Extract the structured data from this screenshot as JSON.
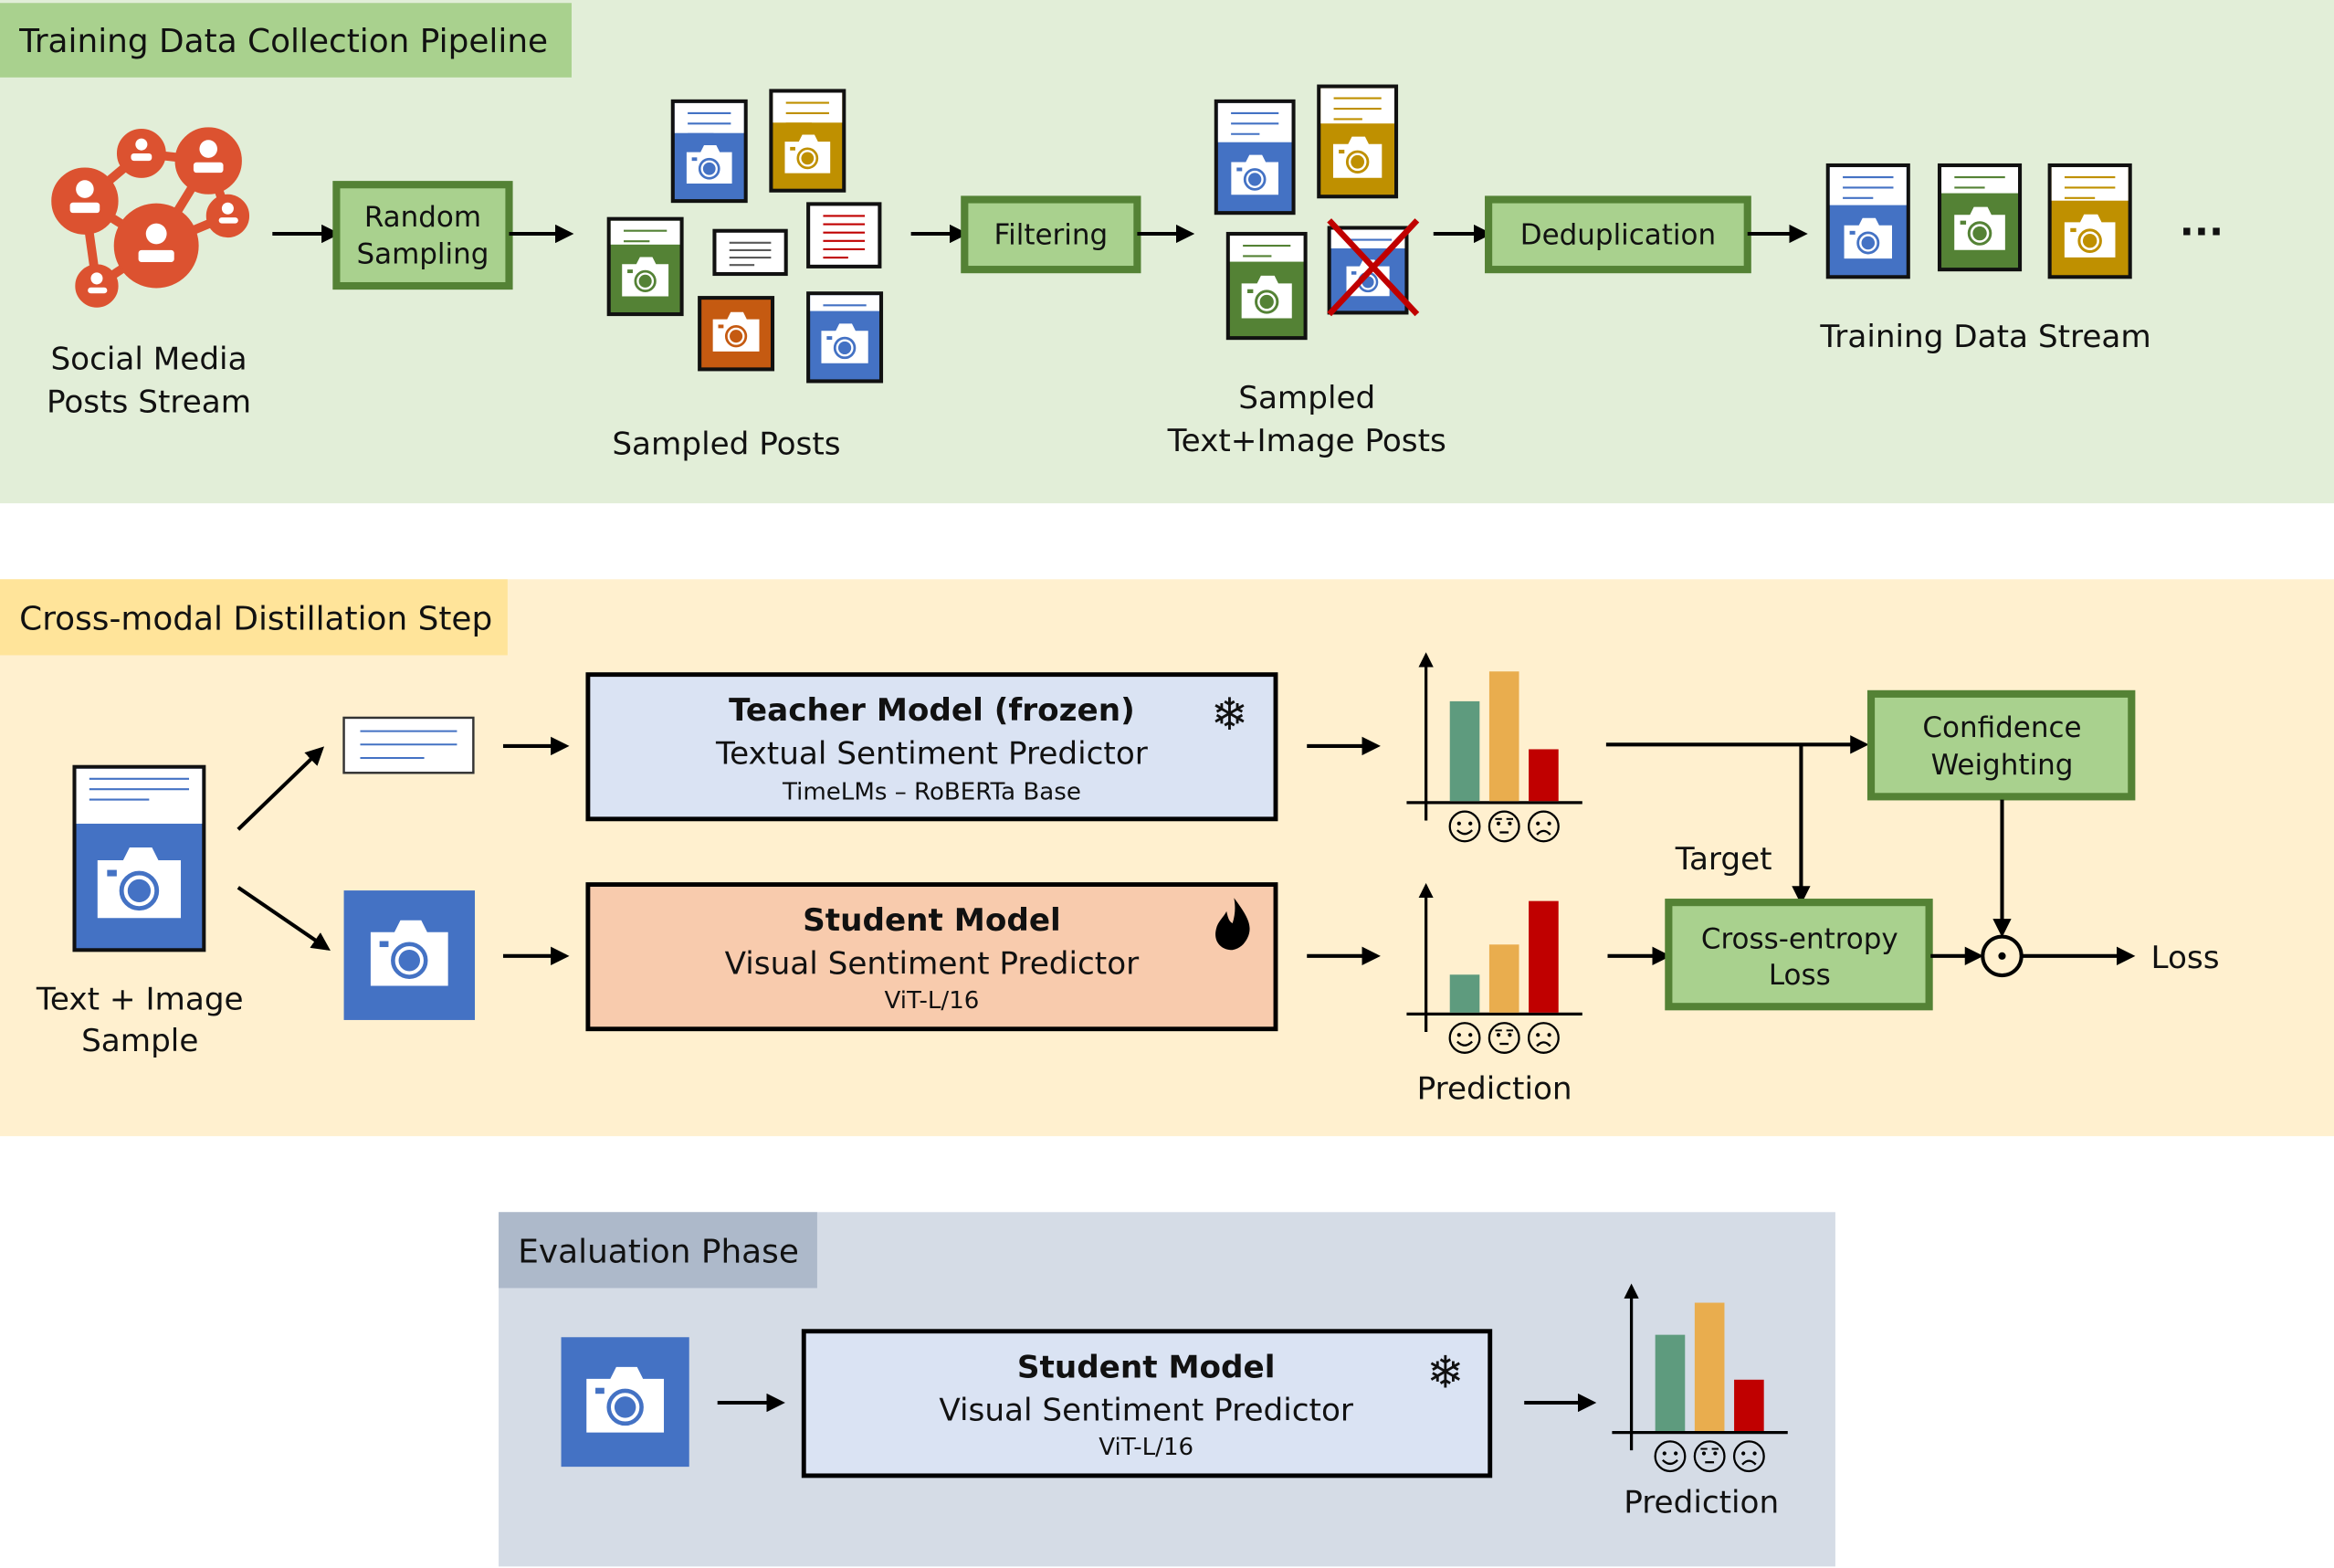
{
  "colors": {
    "panel_training_bg": "#e2eed8",
    "panel_training_header": "#a9d18e",
    "panel_distill_bg": "#fff0cf",
    "panel_distill_header": "#ffe49a",
    "panel_eval_bg": "#d5dce6",
    "panel_eval_header": "#adb9ca",
    "process_box_fill": "#a9d18e",
    "process_box_border": "#548235",
    "teacher_fill": "#dae3f3",
    "student_fill": "#f8cbad",
    "network_icon": "#dc5230",
    "post_blue": "#4472c4",
    "post_green": "#548235",
    "post_gold": "#bf9000",
    "post_orange": "#c55a11",
    "text_lines_red": "#c00000",
    "text_lines_gray": "#595959",
    "bar_positive": "#5e9b7e",
    "bar_neutral": "#e9ad4e",
    "bar_negative": "#c00000"
  },
  "training": {
    "header": "Training Data Collection Pipeline",
    "source_label_line1": "Social Media",
    "source_label_line2": "Posts Stream",
    "random_sampling_line1": "Random",
    "random_sampling_line2": "Sampling",
    "sampled_posts_label": "Sampled Posts",
    "filtering_label": "Filtering",
    "filtered_label_line1": "Sampled",
    "filtered_label_line2": "Text+Image Posts",
    "dedup_label": "Deduplication",
    "stream_label": "Training Data Stream",
    "ellipsis": "..."
  },
  "distill": {
    "header": "Cross-modal Distillation Step",
    "sample_label_line1": "Text + Image",
    "sample_label_line2": "Sample",
    "teacher_title": "Teacher Model (frozen)",
    "teacher_subtitle": "Textual Sentiment Predictor",
    "teacher_arch": "TimeLMs – RoBERTa Base",
    "teacher_icon": "snowflake-icon",
    "student_title": "Student Model",
    "student_subtitle": "Visual Sentiment Predictor",
    "student_arch": "ViT-L/16",
    "student_icon": "flame-icon",
    "target_label": "Target",
    "prediction_label": "Prediction",
    "confidence_line1": "Confidence",
    "confidence_line2": "Weighting",
    "ce_line1": "Cross-entropy",
    "ce_line2": "Loss",
    "hadamard_symbol": "⊙",
    "loss_label": "Loss"
  },
  "eval": {
    "header": "Evaluation Phase",
    "student_title": "Student Model",
    "student_subtitle": "Visual Sentiment Predictor",
    "student_arch": "ViT-L/16",
    "student_icon": "snowflake-icon",
    "prediction_label": "Prediction"
  },
  "chart_data": [
    {
      "type": "bar",
      "title": "Teacher prediction (target)",
      "categories": [
        "positive",
        "neutral",
        "negative"
      ],
      "values": [
        0.77,
        1.0,
        0.4
      ],
      "xlabel": "",
      "ylabel": "",
      "ylim": [
        0,
        1.1
      ]
    },
    {
      "type": "bar",
      "title": "Student prediction",
      "categories": [
        "positive",
        "neutral",
        "negative"
      ],
      "values": [
        0.34,
        0.61,
        1.0
      ],
      "xlabel": "",
      "ylabel": "",
      "ylim": [
        0,
        1.1
      ]
    },
    {
      "type": "bar",
      "title": "Evaluation prediction",
      "categories": [
        "positive",
        "neutral",
        "negative"
      ],
      "values": [
        0.75,
        1.0,
        0.4
      ],
      "xlabel": "",
      "ylabel": "",
      "ylim": [
        0,
        1.1
      ]
    }
  ]
}
